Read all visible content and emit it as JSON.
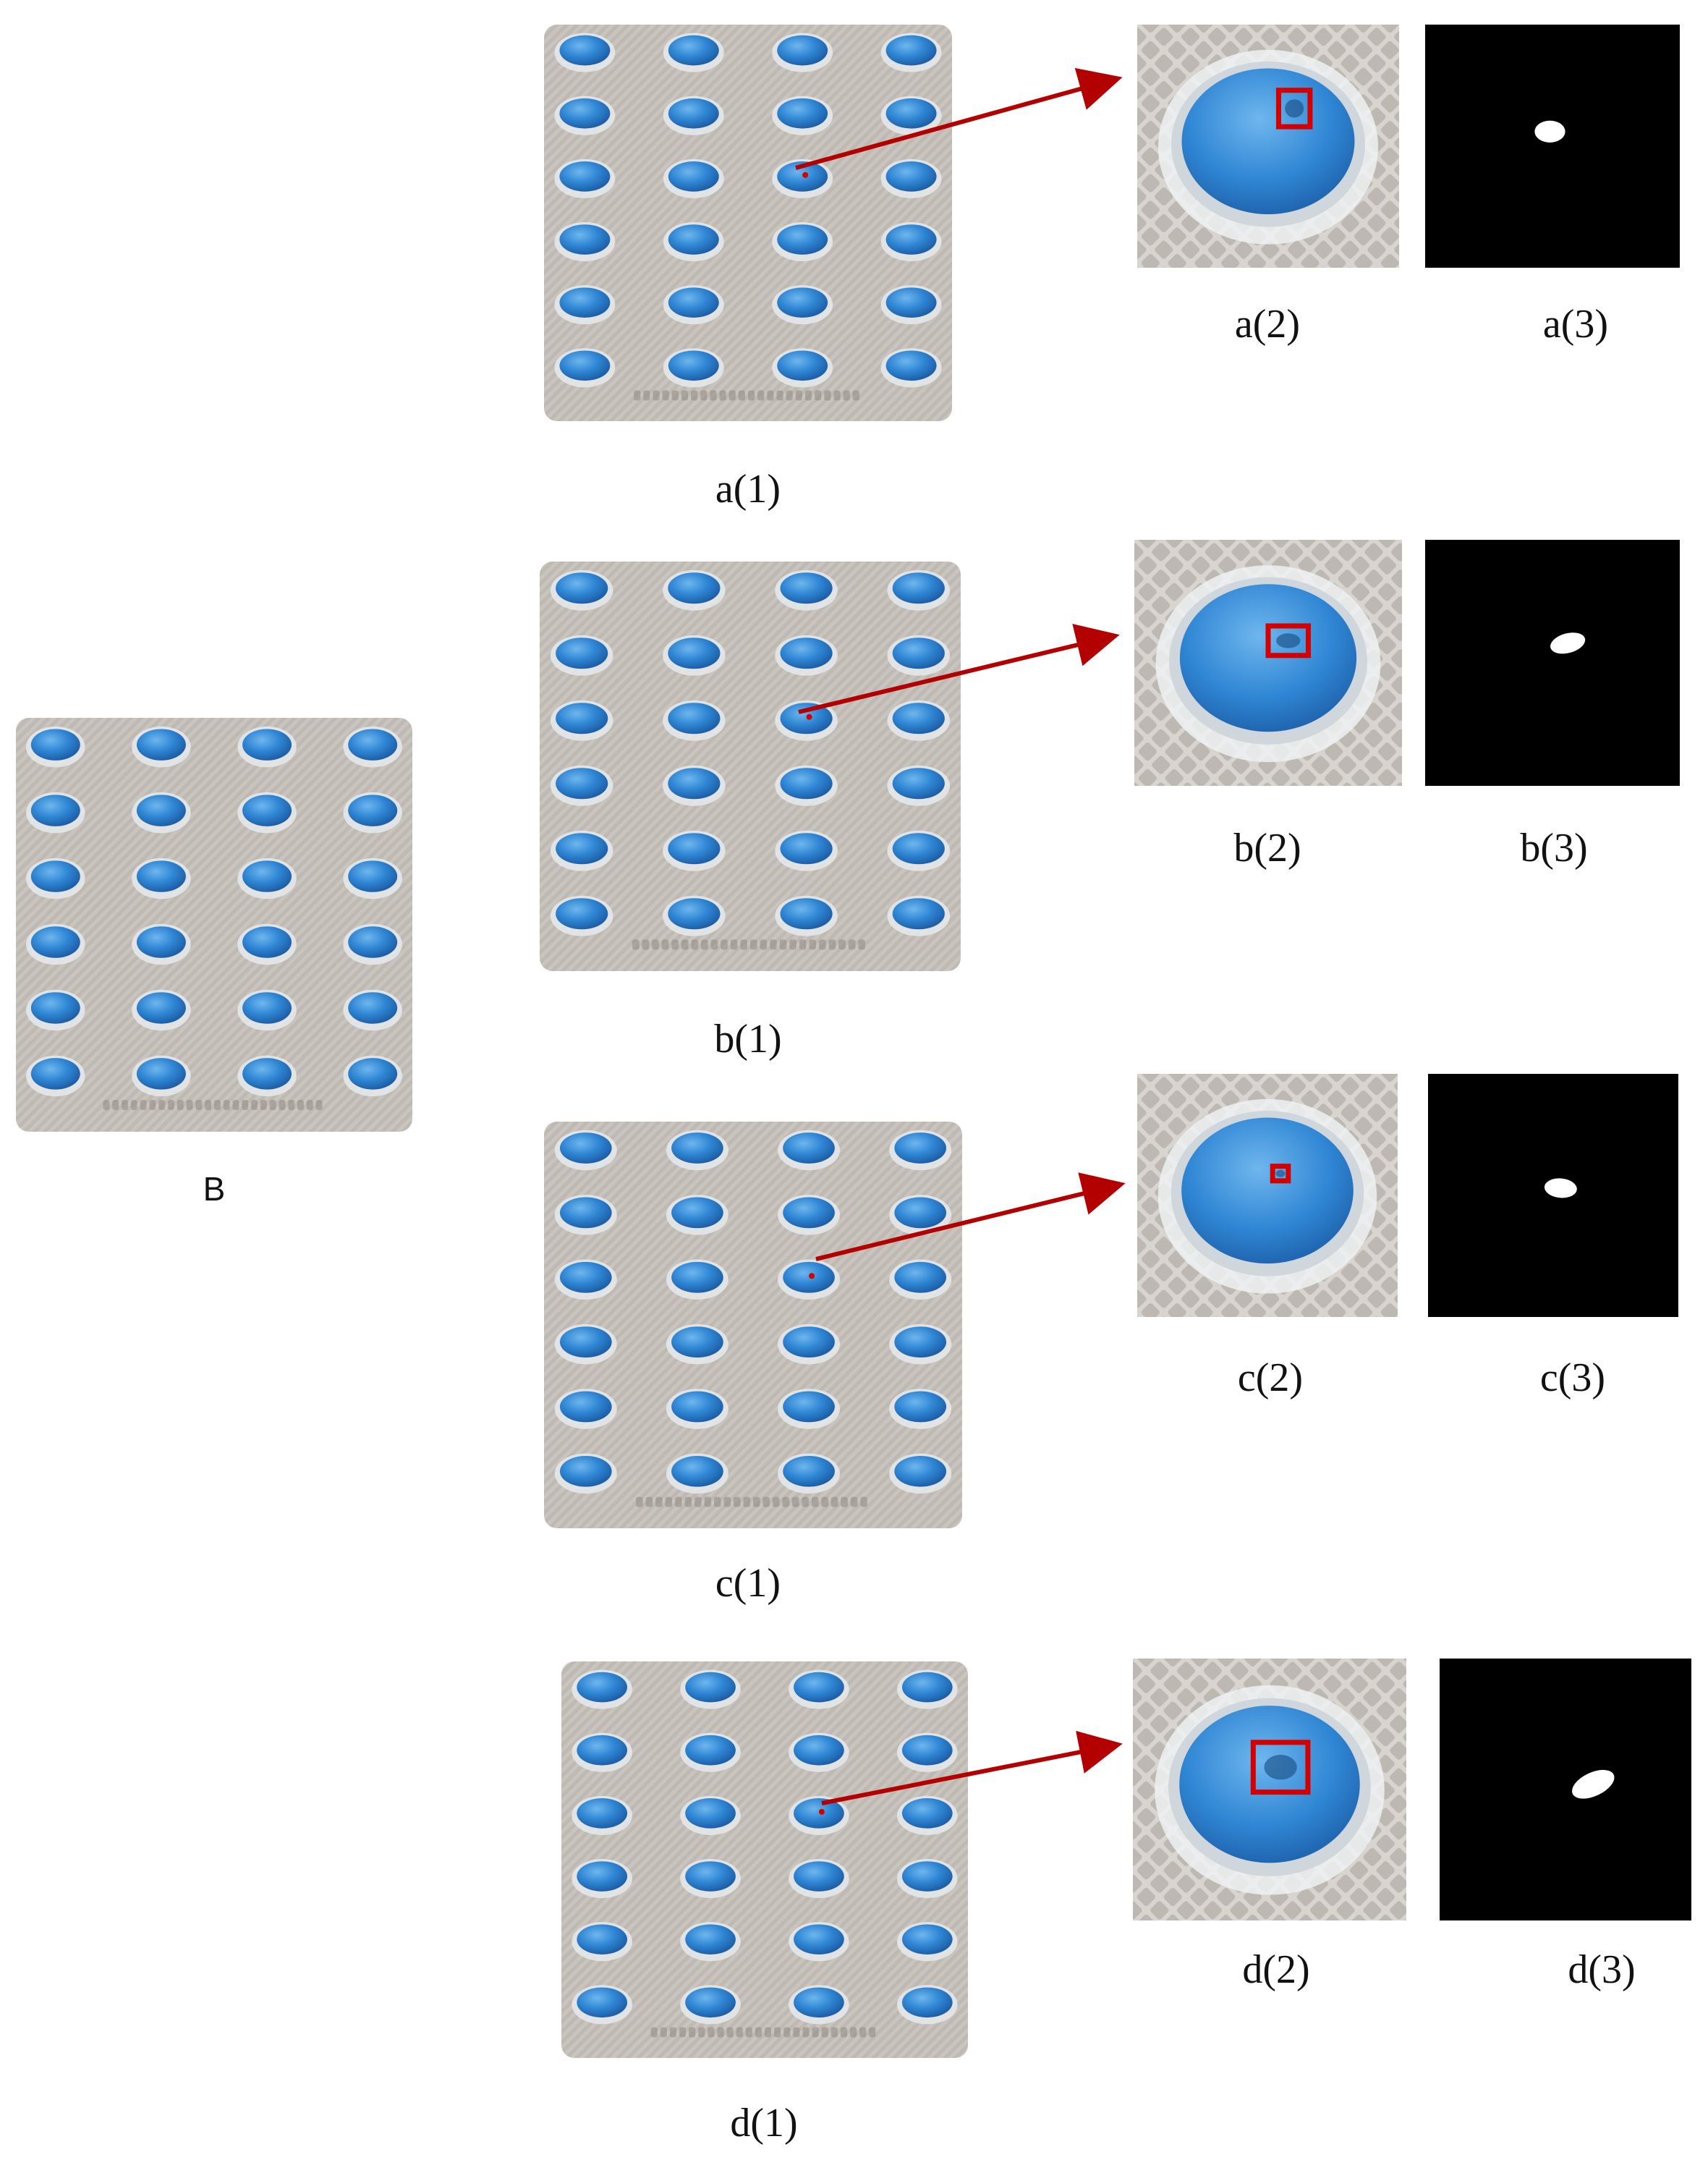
{
  "figure": {
    "reference": {
      "caption": "B"
    },
    "rows": [
      {
        "id": "a",
        "captions": [
          "a(1)",
          "a(2)",
          "a(3)"
        ],
        "defect_row": 3,
        "defect_col": 3,
        "mask_shape": "spot"
      },
      {
        "id": "b",
        "captions": [
          "b(1)",
          "b(2)",
          "b(3)"
        ],
        "defect_row": 3,
        "defect_col": 3,
        "mask_shape": "lens"
      },
      {
        "id": "c",
        "captions": [
          "c(1)",
          "c(2)",
          "c(3)"
        ],
        "defect_row": 3,
        "defect_col": 3,
        "mask_shape": "spot"
      },
      {
        "id": "d",
        "captions": [
          "d(1)",
          "d(2)",
          "d(3)"
        ],
        "defect_row": 3,
        "defect_col": 3,
        "mask_shape": "lens"
      }
    ],
    "colors": {
      "foil": "#c9c4bd",
      "foil_dark": "#a9a49d",
      "pill": "#2f86d4",
      "pill_dark": "#1d5fa8",
      "pill_light": "#6fb6ee",
      "blister_rim": "#e8ecef",
      "marker": "#d40000",
      "arrow": "#b30000",
      "mask_bg": "#000000",
      "mask_fg": "#ffffff"
    }
  }
}
